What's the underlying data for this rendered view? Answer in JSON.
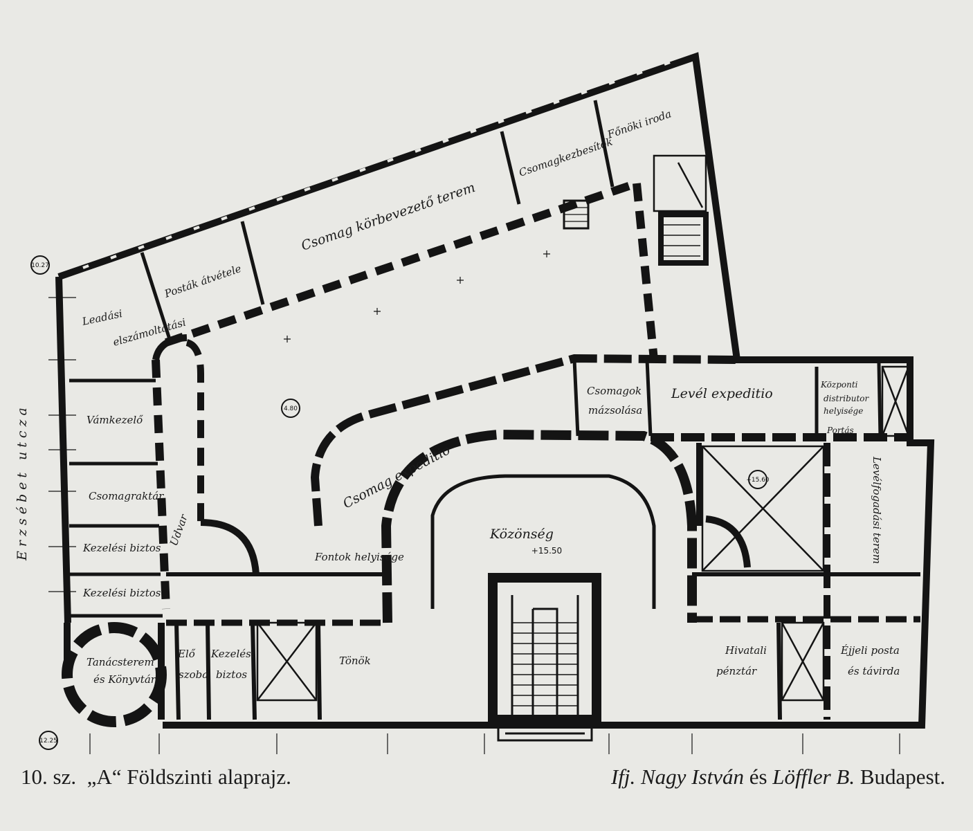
{
  "caption": {
    "number": "10.",
    "abbr": "sz.",
    "section": "„A“",
    "title": "Földszinti alaprajz.",
    "architect_1": "Ifj. Nagy István",
    "conjunction": "és",
    "architect_2": "Löffler B.",
    "city": "Budapest."
  },
  "rooms": {
    "csomag_korbevezeto": "Csomag körbevezető terem",
    "postak_atvetele": "Posták átvétele",
    "csomagkezbesitok": "Csomagkezbesítők",
    "fonoki_iroda": "Főnöki iroda",
    "leadasi": "Leadási",
    "elszamoltatasi": "elszámoltatási",
    "vamkezelo": "Vámkezelő",
    "csomagraktar": "Csomagraktár",
    "kezelesi_biztos_1": "Kezelési biztos",
    "kezelesi_biztos_2": "Kezelési biztos",
    "tanacsterem": "Tanácsterem",
    "es_konyvtar": "és Könyvtár",
    "elo": "Elő",
    "szoba": "szoba",
    "kezelesi": "Kezelési",
    "biztos": "biztos",
    "udvar": "Udvar",
    "csomag_expeditio": "Csomag expeditio",
    "csomagok_mazsolasa": "Csomagok",
    "mazsolasa": "mázsolása",
    "level_expeditio": "Levél expeditio",
    "kozponti": "Központi",
    "distributor": "distributor",
    "helyisege": "helyisége",
    "portas": "Portás",
    "kozonseg": "Közönség",
    "fontok_helyiseg": "Fontok helyisége",
    "tonok": "Tönök",
    "kivatali": "Hivatali",
    "penztar": "pénztár",
    "ejjeli_posta": "Éjjeli posta",
    "es_taviroda": "és távirda",
    "levelfogadtatasi_terem": "Levélfogadási terem",
    "street": "Erzsébet utcza"
  },
  "levels": {
    "corner": "10.27",
    "courtyard": "4.80",
    "hall": "+15.50",
    "right_hall": "+15.60",
    "tower": "12.25"
  },
  "colors": {
    "paper": "#e9e9e5",
    "ink": "#141414"
  }
}
